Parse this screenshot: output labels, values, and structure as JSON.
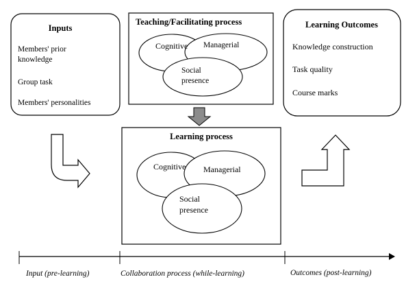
{
  "inputs": {
    "title": "Inputs",
    "items": [
      "Members' prior",
      "knowledge",
      "Group task",
      "Members' personalities"
    ]
  },
  "teaching": {
    "title": "Teaching/Facilitating process",
    "cognitive": "Cognitive",
    "managerial": "Managerial",
    "social_1": "Social",
    "social_2": "presence"
  },
  "learning": {
    "title": "Learning process",
    "cognitive": "Cognitive",
    "managerial": "Managerial",
    "social_1": "Social",
    "social_2": "presence"
  },
  "outcomes": {
    "title": "Learning Outcomes",
    "items": [
      "Knowledge construction",
      "Task quality",
      "Course marks"
    ]
  },
  "timeline": {
    "stage_input": "Input (pre-learning)",
    "stage_collab": "Collaboration process (while-learning)",
    "stage_outcomes": "Outcomes (post-learning)"
  }
}
